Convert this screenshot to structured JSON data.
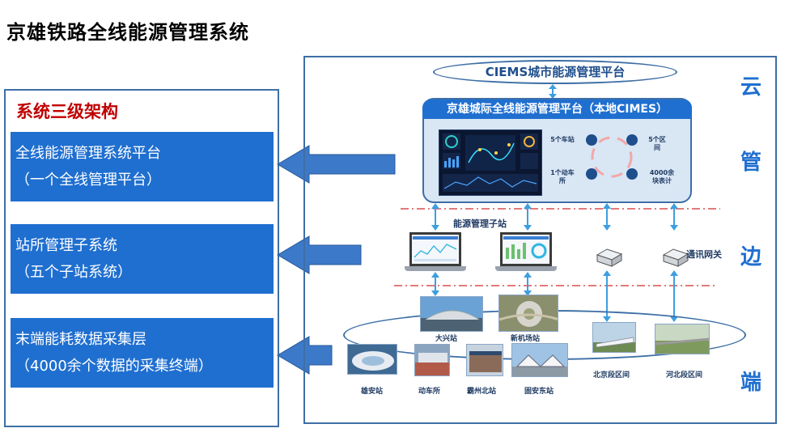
{
  "page_title": "京雄铁路全线能源管理系统",
  "left": {
    "heading": "系统三级架构",
    "boxes": [
      {
        "line1": "全线能源管理系统平台",
        "line2": "（一个全线管理平台）"
      },
      {
        "line1": "站所管理子系统",
        "line2": "（五个子站系统）"
      },
      {
        "line1": "末端能耗数据采集层",
        "line2": "（4000余个数据的采集终端）"
      }
    ]
  },
  "layers": {
    "cloud": "云",
    "manage": "管",
    "edge": "边",
    "end": "端"
  },
  "cloud_platform": "CIEMS城市能源管理平台",
  "local_platform": "京雄城际全线能源管理平台（本地CIMES）",
  "stats": {
    "stations": "5个车站",
    "sections": "5个区间",
    "depot": "1个动车所",
    "meters": "4000余块表计"
  },
  "substation_label": "能源管理子站",
  "gateway_label": "通讯网关",
  "sites": {
    "daxing": "大兴站",
    "new_airport": "新机场站",
    "xiongan": "雄安站",
    "depot": "动车所",
    "bazhou_north": "霸州北站",
    "gu_an_east": "固安东站",
    "beijing_section": "北京段区间",
    "hebei_section": "河北段区间"
  },
  "colors": {
    "blue": "#1f6fd0",
    "border": "#3e6fa6",
    "red": "#c00000",
    "arrow": "#3c79c8"
  }
}
